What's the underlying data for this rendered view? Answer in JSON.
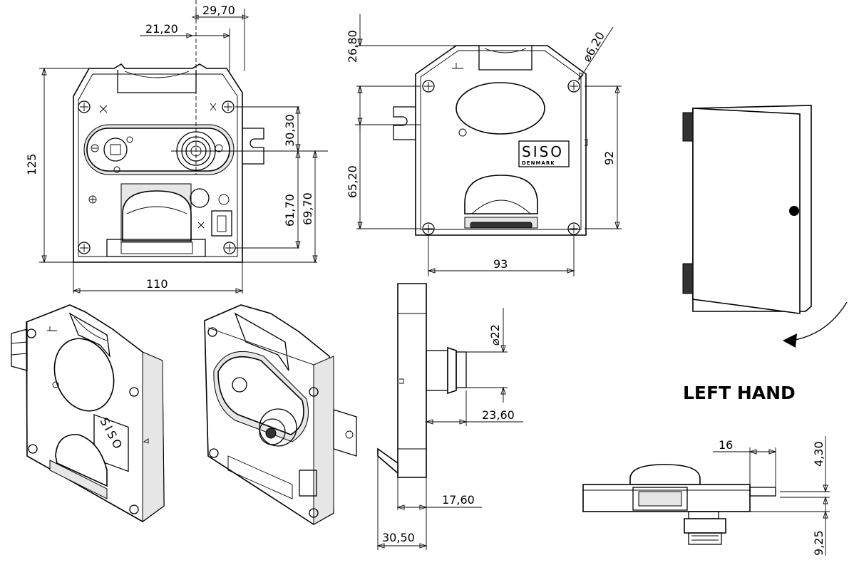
{
  "dimensions": {
    "d_29_70": "29,70",
    "d_21_20": "21,20",
    "d_125": "125",
    "d_30_30": "30,30",
    "d_61_70": "61,70",
    "d_69_70": "69,70",
    "d_110": "110",
    "d_26_80": "26,80",
    "d_65_20": "65,20",
    "d_6_20": "⌀6,20",
    "d_92": "92",
    "d_93": "93",
    "d_22": "⌀22",
    "d_23_60": "23,60",
    "d_17_60": "17,60",
    "d_30_50": "30,50",
    "d_16": "16",
    "d_4_30": "4,30",
    "d_9_25": "9,25"
  },
  "labels": {
    "hand": "LEFT HAND",
    "brand_main": "SISO",
    "brand_sub": "DENMARK"
  }
}
